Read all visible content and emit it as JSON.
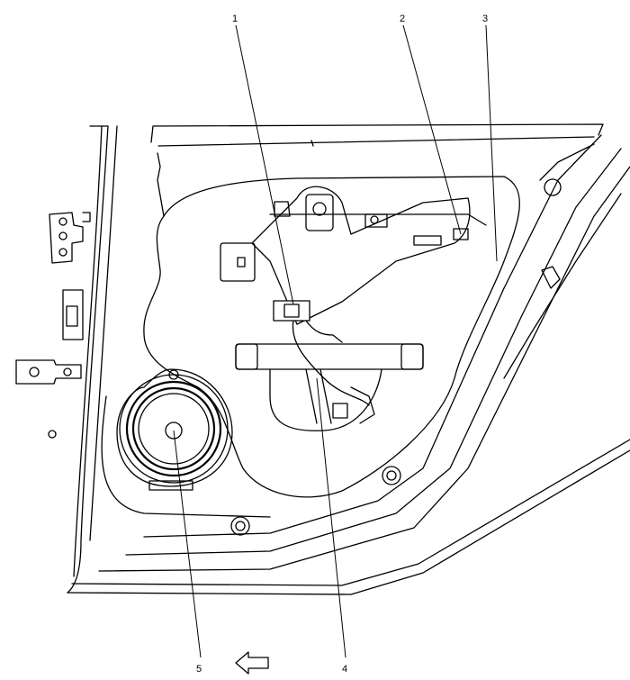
{
  "callouts": {
    "c1": "1",
    "c2": "2",
    "c3": "3",
    "c4": "4",
    "c5": "5"
  },
  "direction_arrow": {
    "icon": "left-arrow-icon",
    "direction": "forward"
  },
  "colors": {
    "line": "#000000",
    "background": "#ffffff"
  }
}
